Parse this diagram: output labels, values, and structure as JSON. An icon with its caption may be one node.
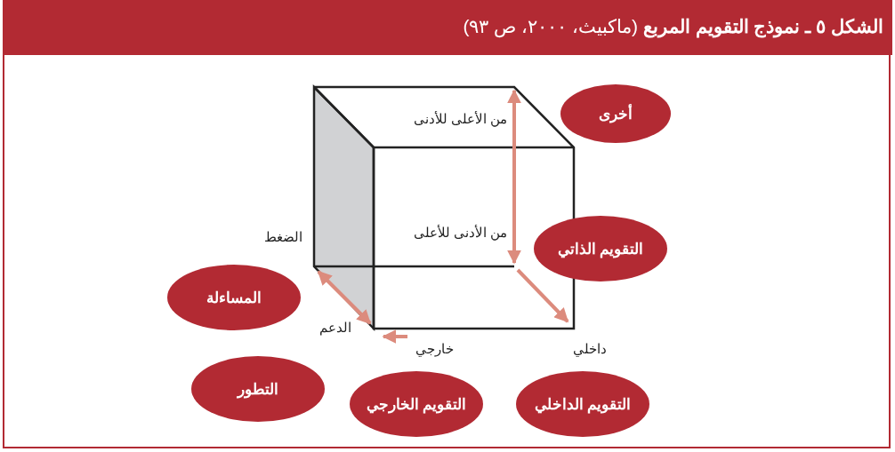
{
  "diagram": {
    "title": "**الشكل ٥ ـ نموذج التقويم المربع** (ماكبيث، ٢٠٠٠، ص ٩٣)",
    "nodes": [
      {
        "text": [
          "أخرى"
        ]
      },
      {
        "text": [
          "التقويم الذاتي"
        ]
      },
      {
        "text": [
          "المساءلة"
        ]
      },
      {
        "text": [
          "التطور"
        ]
      },
      {
        "text": [
          "التقويم الخارجي"
        ]
      },
      {
        "text": [
          "التقويم الداخلي"
        ]
      }
    ],
    "labels": [
      "من الأعلى للأدنى",
      "من الأدنى للأعلى",
      "الضغط",
      "الدعم",
      "خارجي",
      "داخلي"
    ]
  }
}
